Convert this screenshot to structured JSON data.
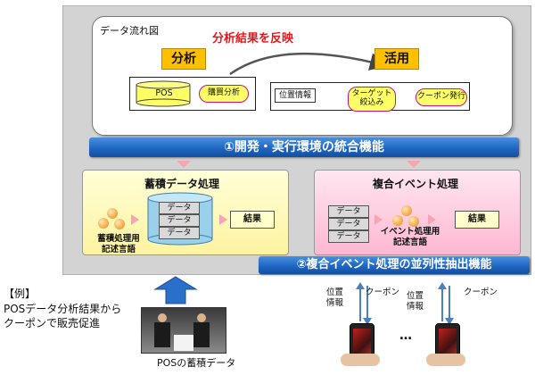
{
  "flow_diagram": {
    "title": "データ流れ図",
    "reflect_label": "分析結果を反映",
    "analysis_tag": "分析",
    "usage_tag": "活用",
    "pos_node": "POS",
    "purchase_analysis": "購買分析",
    "location_info": "位置情報",
    "target_narrowing": "ターゲット\n絞込み",
    "coupon_issue": "クーポン発行"
  },
  "integration_bar": "①開発・実行環境の統合機能",
  "stored_data": {
    "title": "蓄積データ処理",
    "data_items": [
      "データ",
      "データ",
      "データ"
    ],
    "result": "結果",
    "language": "蓄積処理用\n記述言語"
  },
  "complex_event": {
    "title": "複合イベント処理",
    "data_items": [
      "データ",
      "データ",
      "データ"
    ],
    "result": "結果",
    "language": "イベント処理用\n記述言語"
  },
  "parallel_bar": "②複合イベント処理の並列性抽出機能",
  "example": {
    "title": "【例】",
    "text": "POSデータ分析結果から\nクーポンで販売促進",
    "pos_caption": "POSの蓄積データ"
  },
  "mobile": {
    "location_label": "位置\n情報",
    "coupon_label": "クーポン",
    "ellipsis": "…"
  },
  "colors": {
    "panel_gray": "#d3d3d3",
    "accent_red": "#e8161c",
    "tag_orange": "#ffc000",
    "bar_blue": "#1e66c2",
    "arrow_pink": "#f4a6b4"
  }
}
